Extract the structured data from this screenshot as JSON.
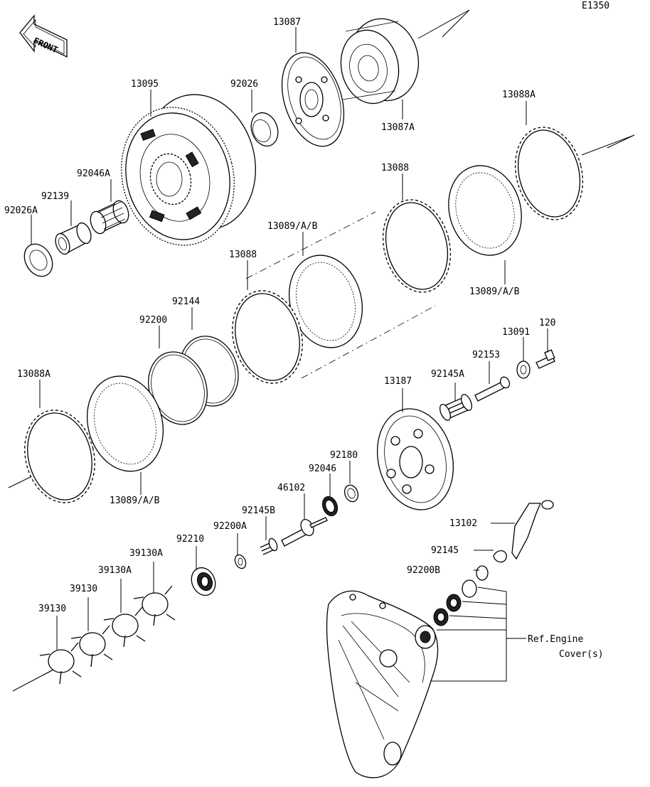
{
  "diagram_code": "E1350",
  "front_label": "FRONT",
  "ref_note_line1": "Ref.Engine",
  "ref_note_line2": "Cover(s)",
  "parts": {
    "p13087": "13087",
    "p13087A": "13087A",
    "p13095": "13095",
    "p92026": "92026",
    "p13088A_top": "13088A",
    "p92046A": "92046A",
    "p92139": "92139",
    "p92026A": "92026A",
    "p13088_top": "13088",
    "p13089AB_mid": "13089/A/B",
    "p13088_mid": "13088",
    "p13089AB_right": "13089/A/B",
    "p92144": "92144",
    "p92200": "92200",
    "p13091": "13091",
    "p120": "120",
    "p92153": "92153",
    "p13088A_left": "13088A",
    "p92145A": "92145A",
    "p13187": "13187",
    "p92180": "92180",
    "p92046": "92046",
    "p13089AB_left": "13089/A/B",
    "p46102": "46102",
    "p92145B": "92145B",
    "p13102": "13102",
    "p92200A": "92200A",
    "p92210": "92210",
    "p39130A_1": "39130A",
    "p39130A_2": "39130A",
    "p92145": "92145",
    "p92200B": "92200B",
    "p39130_1": "39130",
    "p39130_2": "39130"
  }
}
